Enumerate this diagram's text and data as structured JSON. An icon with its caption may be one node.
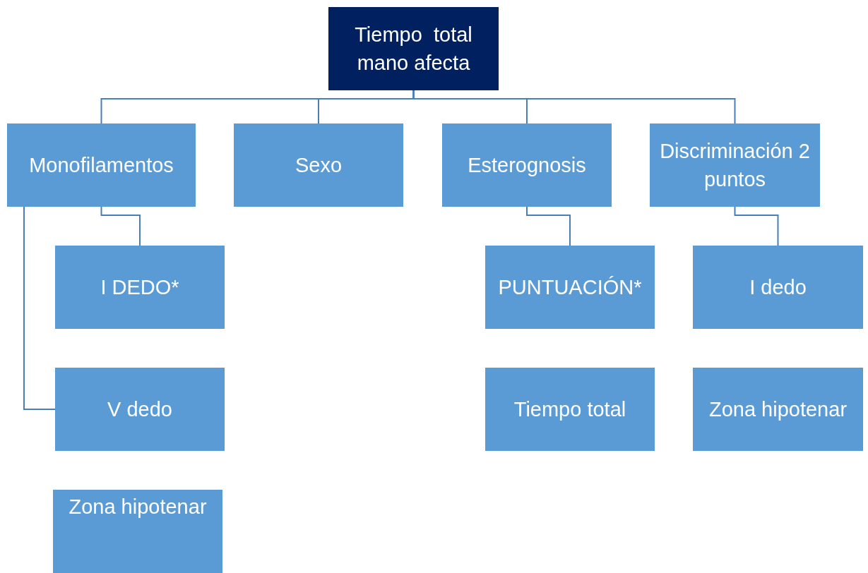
{
  "diagram": {
    "nodes": [
      {
        "text": [
          "Tiempo  total mano afecta"
        ]
      },
      {
        "text": [
          "Monofilamentos"
        ]
      },
      {
        "text": [
          "Sexo"
        ]
      },
      {
        "text": [
          "Esterognosis"
        ]
      },
      {
        "text": [
          "Discriminación 2 puntos"
        ]
      },
      {
        "text": [
          "I DEDO*"
        ]
      },
      {
        "text": [
          "V dedo"
        ]
      },
      {
        "text": [
          "Zona hipotenar"
        ]
      },
      {
        "text": [
          "PUNTUACIÓN*"
        ]
      },
      {
        "text": [
          "Tiempo total"
        ]
      },
      {
        "text": [
          "I dedo"
        ]
      },
      {
        "text": [
          "Zona hipotenar"
        ]
      }
    ],
    "edges": [
      {
        "from": 0,
        "to": 1,
        "arrow": "none"
      },
      {
        "from": 0,
        "to": 2,
        "arrow": "none"
      },
      {
        "from": 0,
        "to": 3,
        "arrow": "none"
      },
      {
        "from": 0,
        "to": 4,
        "arrow": "none"
      },
      {
        "from": 1,
        "to": 5,
        "arrow": "none"
      },
      {
        "from": 1,
        "to": 6,
        "arrow": "none"
      },
      {
        "from": 3,
        "to": 8,
        "arrow": "none"
      },
      {
        "from": 4,
        "to": 10,
        "arrow": "none"
      }
    ]
  }
}
